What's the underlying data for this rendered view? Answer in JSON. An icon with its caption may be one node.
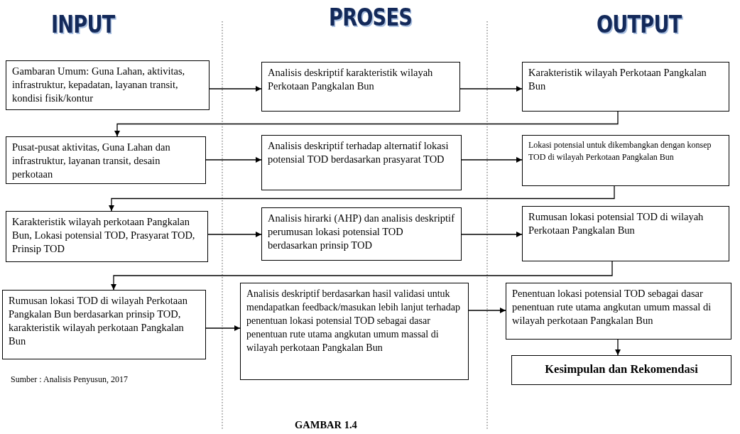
{
  "diagram": {
    "nodes": [
      {
        "text": [
          "Gambaran Umum: Guna Lahan, aktivitas, infrastruktur, kepadatan, layanan transit, kondisi fisik/kontur"
        ]
      },
      {
        "text": [
          "Analisis deskriptif karakteristik wilayah Perkotaan Pangkalan Bun"
        ]
      },
      {
        "text": [
          "Karakteristik wilayah Perkotaan Pangkalan Bun"
        ]
      },
      {
        "text": [
          "Pusat-pusat aktivitas, Guna Lahan dan infrastruktur, layanan transit, desain perkotaan"
        ]
      },
      {
        "text": [
          "Analisis deskriptif terhadap alternatif lokasi potensial TOD berdasarkan prasyarat TOD"
        ]
      },
      {
        "text": [
          "Lokasi potensial untuk dikembangkan dengan konsep TOD di wilayah Perkotaan Pangkalan Bun"
        ]
      },
      {
        "text": [
          "Karakteristik wilayah perkotaan Pangkalan Bun, Lokasi potensial TOD, Prasyarat TOD, Prinsip TOD"
        ]
      },
      {
        "text": [
          "Analisis hirarki (AHP) dan analisis deskriptif perumusan lokasi potensial TOD berdasarkan prinsip TOD"
        ]
      },
      {
        "text": [
          "Rumusan lokasi potensial TOD di wilayah Perkotaan Pangkalan Bun"
        ]
      },
      {
        "text": [
          "Rumusan lokasi TOD di wilayah Perkotaan Pangkalan Bun berdasarkan prinsip TOD, karakteristik wilayah perkotaan Pangkalan Bun"
        ]
      },
      {
        "text": [
          "Analisis deskriptif berdasarkan hasil validasi untuk mendapatkan feedback/masukan lebih lanjut terhadap penentuan lokasi potensial TOD sebagai dasar penentuan rute utama angkutan umum massal di wilayah perkotaan Pangkalan Bun"
        ]
      },
      {
        "text": [
          "Penentuan lokasi potensial TOD sebagai dasar penentuan rute utama angkutan umum massal di wilayah perkotaan Pangkalan Bun"
        ]
      },
      {
        "text": [
          "Kesimpulan dan Rekomendasi"
        ]
      }
    ],
    "edges": [
      {
        "from": 0,
        "to": 1,
        "arrow": "to"
      },
      {
        "from": 1,
        "to": 2,
        "arrow": "to"
      },
      {
        "from": 2,
        "to": 3,
        "arrow": "to"
      },
      {
        "from": 3,
        "to": 4,
        "arrow": "to"
      },
      {
        "from": 4,
        "to": 5,
        "arrow": "to"
      },
      {
        "from": 5,
        "to": 6,
        "arrow": "to"
      },
      {
        "from": 6,
        "to": 7,
        "arrow": "to"
      },
      {
        "from": 7,
        "to": 8,
        "arrow": "to"
      },
      {
        "from": 8,
        "to": 9,
        "arrow": "to"
      },
      {
        "from": 9,
        "to": 10,
        "arrow": "to"
      },
      {
        "from": 10,
        "to": 11,
        "arrow": "to"
      },
      {
        "from": 11,
        "to": 12,
        "arrow": "to"
      }
    ],
    "labels": [
      "INPUT",
      "PROSES",
      "OUTPUT",
      "Sumber : Analisis Penyusun, 2017",
      "GAMBAR 1.4"
    ]
  }
}
